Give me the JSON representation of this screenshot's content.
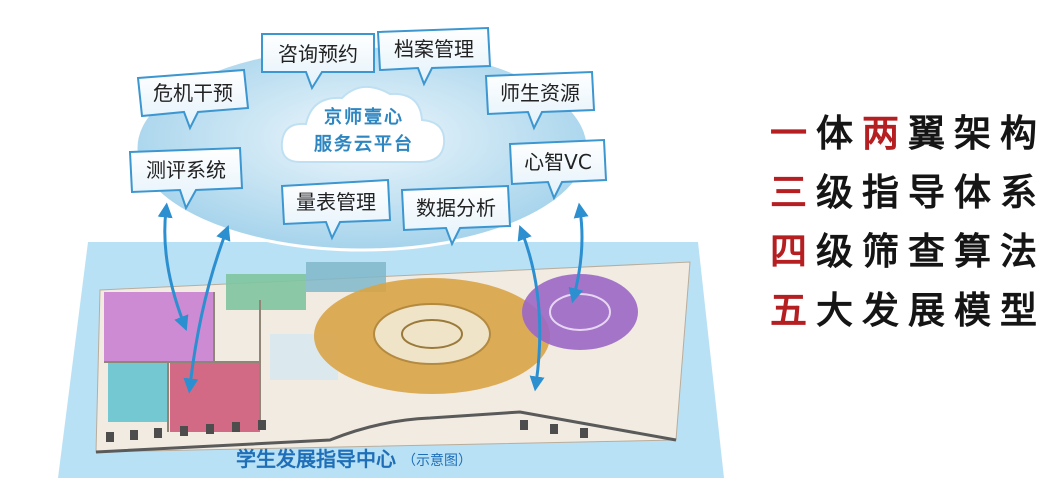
{
  "cloud": {
    "line1": "京师壹心",
    "line2": "服务云平台"
  },
  "bubbles": {
    "consult": "咨询预约",
    "archive": "档案管理",
    "crisis": "危机干预",
    "resource": "师生资源",
    "assessment": "测评系统",
    "mindvc": "心智VC",
    "scale": "量表管理",
    "data": "数据分析"
  },
  "caption": {
    "main": "学生发展指导中心",
    "sub": "（示意图）"
  },
  "slogans": [
    {
      "highlight": "一",
      "mid": "体",
      "highlight2": "两",
      "rest": "翼架构"
    },
    {
      "highlight": "三",
      "rest": "级指导体系"
    },
    {
      "highlight": "四",
      "rest": "级筛查算法"
    },
    {
      "highlight": "五",
      "rest": "大发展模型"
    }
  ],
  "colors": {
    "accent_red": "#b51f22",
    "caption_blue": "#1f6fb8",
    "cloud_blue": "#2e86c1"
  }
}
